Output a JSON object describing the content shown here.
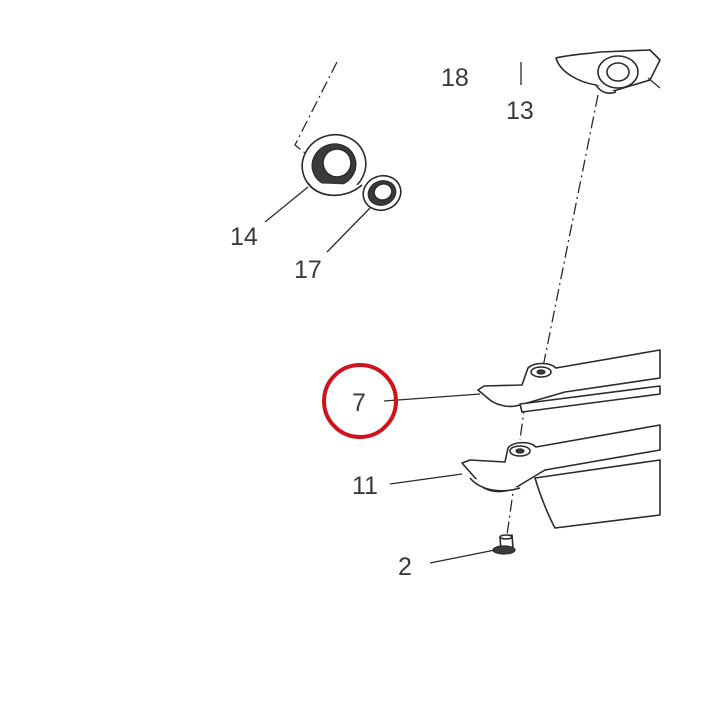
{
  "callouts": {
    "c18": "18",
    "c13": "13",
    "c14": "14",
    "c17": "17",
    "c7": "7",
    "c11": "11",
    "c2": "2"
  },
  "highlight": {
    "callout": "7",
    "color": "#d0121b"
  }
}
